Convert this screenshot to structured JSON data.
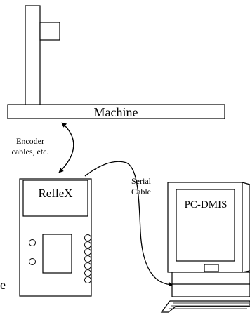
{
  "colors": {
    "stroke": "#000000",
    "background": "#ffffff"
  },
  "machine": {
    "label": "Machine"
  },
  "encoder_link": {
    "label_line1": "Encoder",
    "label_line2": "cables, etc."
  },
  "controller": {
    "label": "RefleX"
  },
  "serial_link": {
    "label_line1": "Serial",
    "label_line2": "Cable"
  },
  "computer": {
    "label": "PC-DMIS"
  },
  "edge_fragment": {
    "text": "e"
  }
}
